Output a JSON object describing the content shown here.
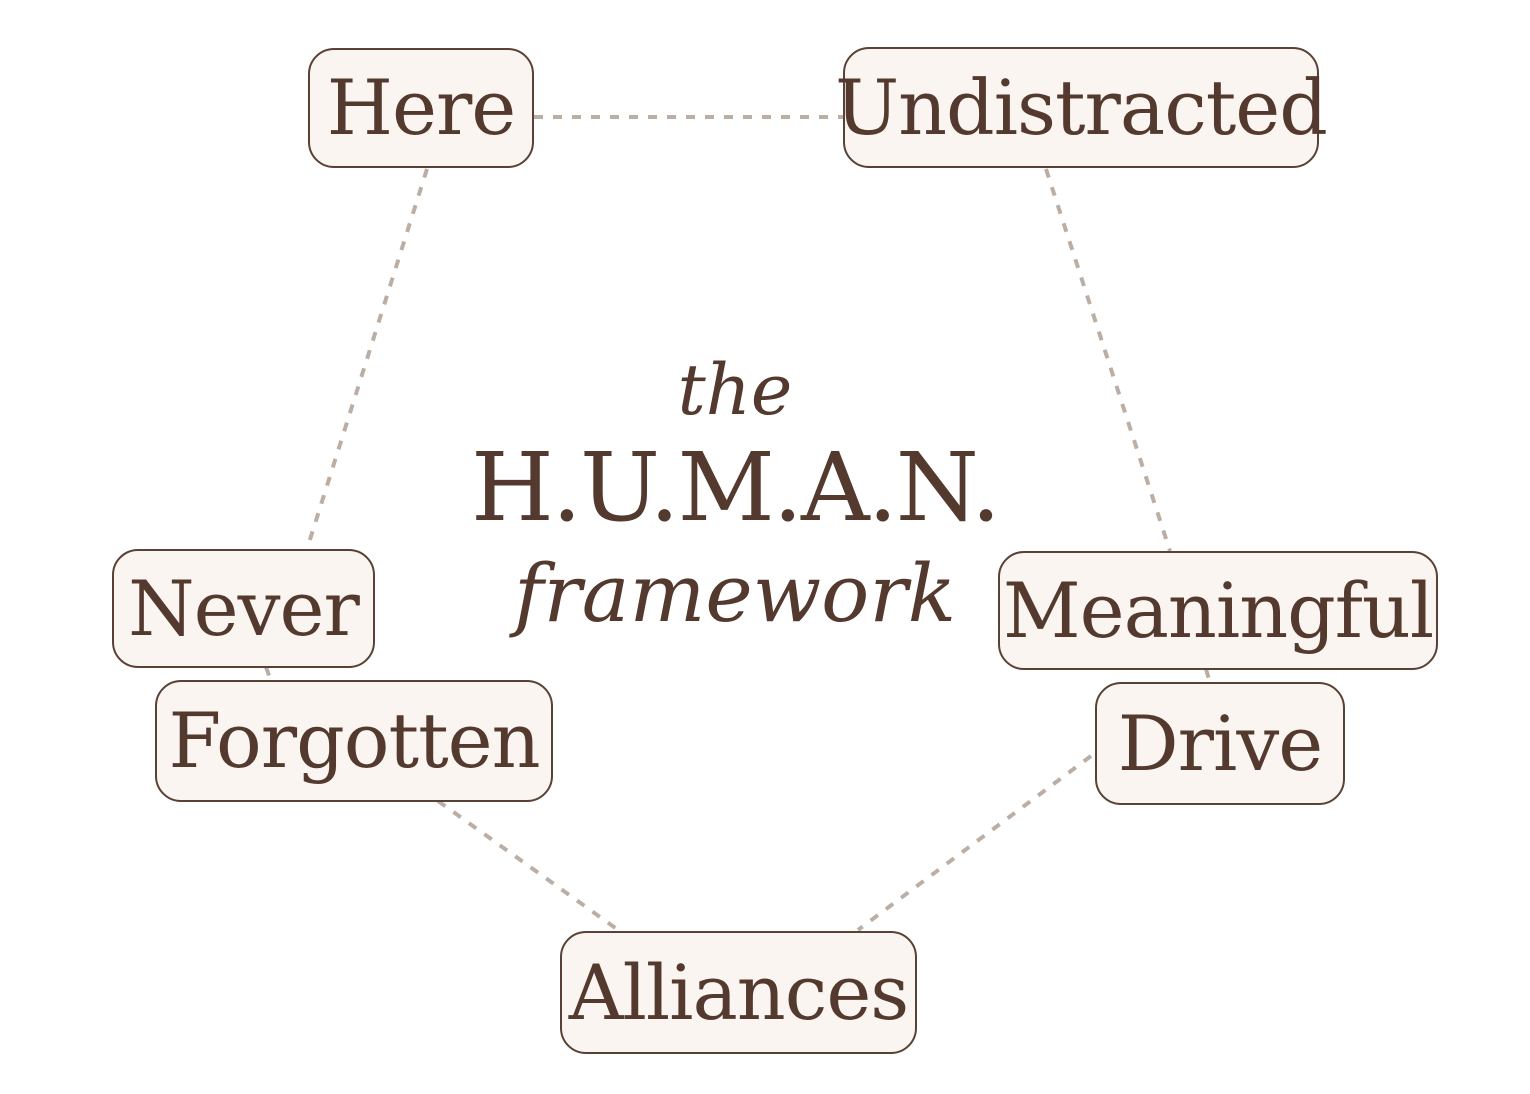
{
  "title": {
    "pre": "the",
    "main": "H.U.M.A.N.",
    "post": "framework"
  },
  "nodes": [
    {
      "id": "here",
      "label": "Here"
    },
    {
      "id": "undistracted",
      "label": "Undistracted"
    },
    {
      "id": "never",
      "label": "Never"
    },
    {
      "id": "forgotten",
      "label": "Forgotten"
    },
    {
      "id": "meaningful",
      "label": "Meaningful"
    },
    {
      "id": "drive",
      "label": "Drive"
    },
    {
      "id": "alliances",
      "label": "Alliances"
    }
  ],
  "connections": [
    {
      "from": "here",
      "to": "undistracted"
    },
    {
      "from": "here",
      "to": "never"
    },
    {
      "from": "undistracted",
      "to": "meaningful"
    },
    {
      "from": "never",
      "to": "forgotten"
    },
    {
      "from": "meaningful",
      "to": "drive"
    },
    {
      "from": "forgotten",
      "to": "alliances"
    },
    {
      "from": "drive",
      "to": "alliances"
    }
  ],
  "colors": {
    "background": "#ffffff",
    "box_fill": "#faf5f0",
    "box_border": "#5a4136",
    "text": "#543a2e",
    "connector": "#bbaea4"
  }
}
